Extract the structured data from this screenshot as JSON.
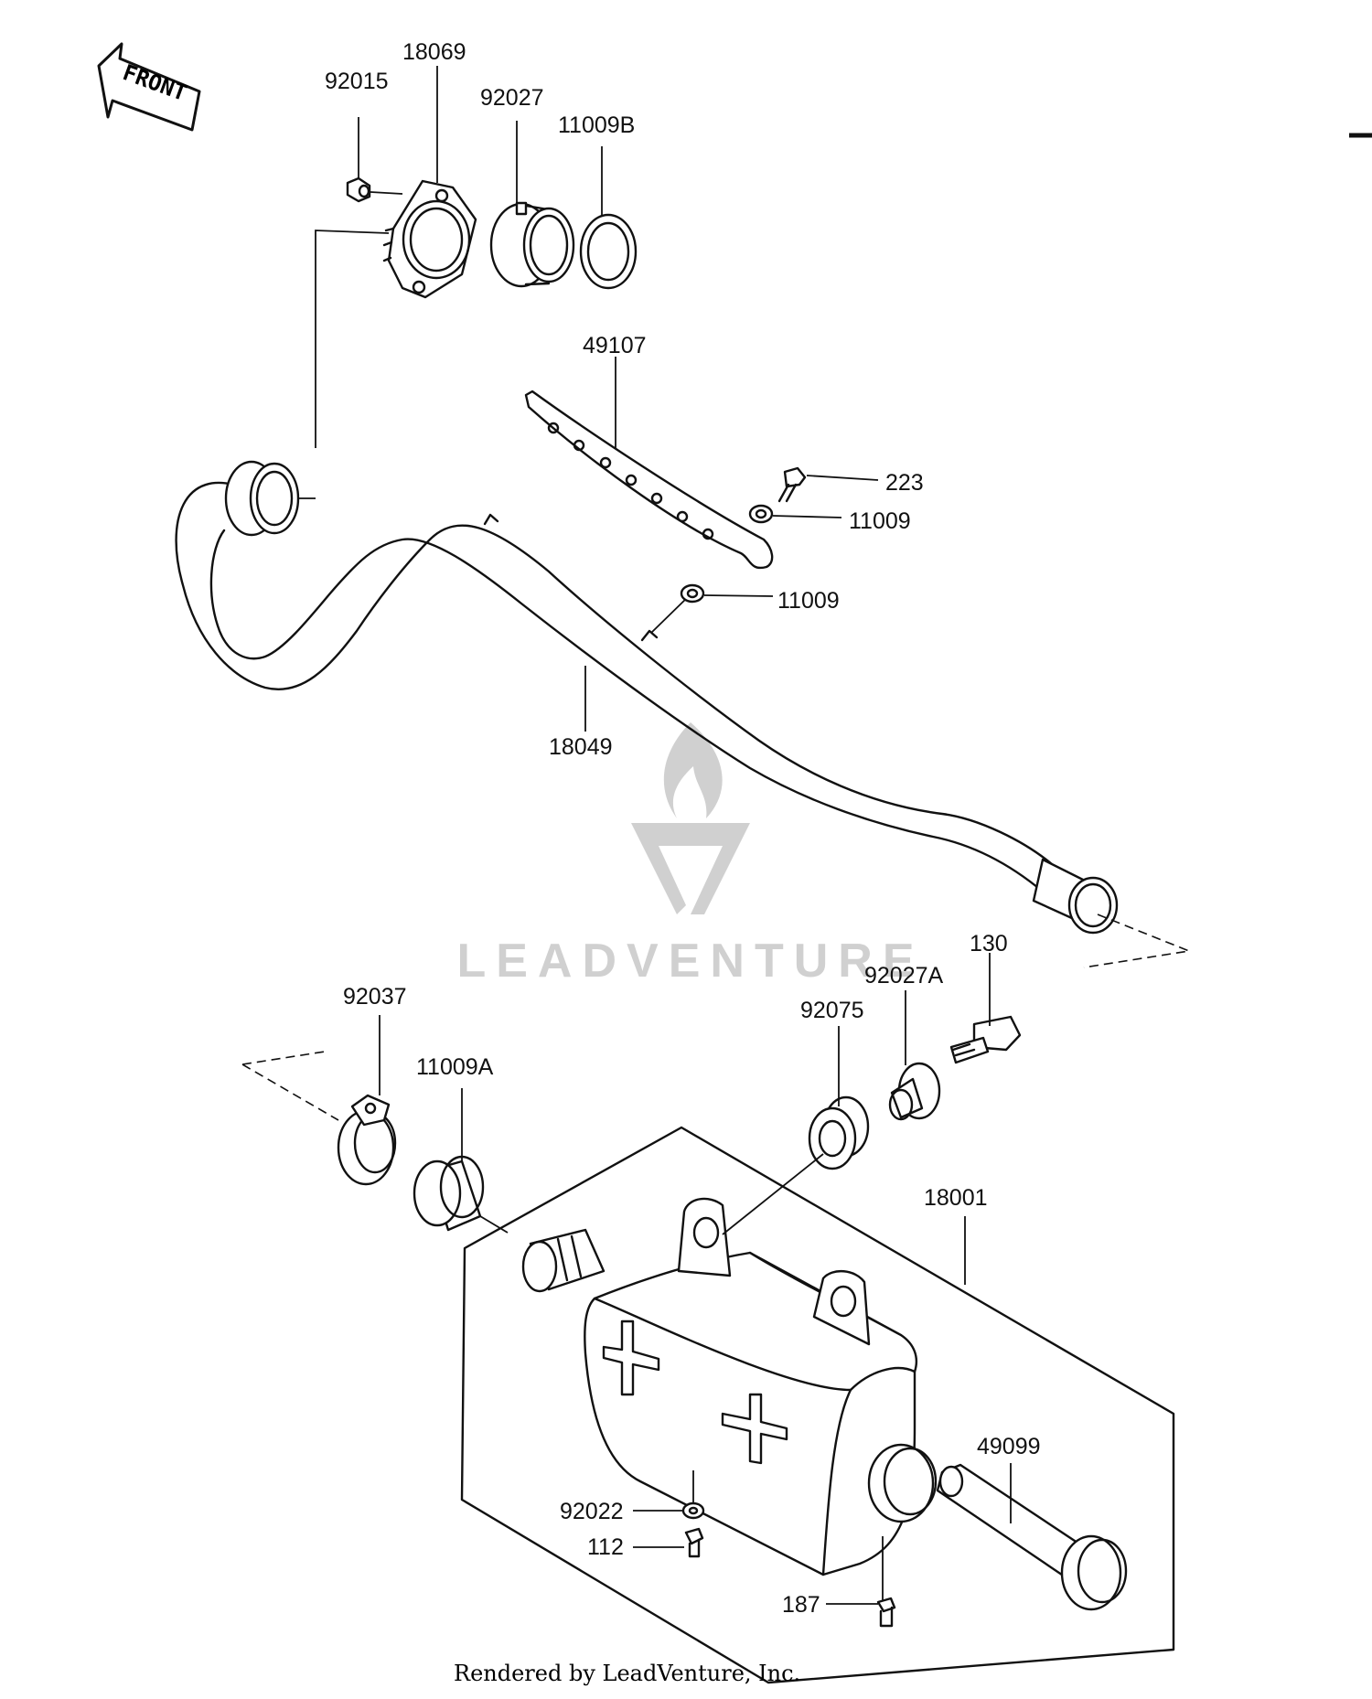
{
  "front_arrow": {
    "label": "FRONT"
  },
  "watermark": {
    "text": "LEADVENTURE"
  },
  "corner_mark": "",
  "parts": {
    "p92015": "92015",
    "p18069": "18069",
    "p92027": "92027",
    "p11009B": "11009B",
    "p49107": "49107",
    "p223": "223",
    "p11009_a": "11009",
    "p11009_b": "11009",
    "p18049": "18049",
    "p130": "130",
    "p92027A": "92027A",
    "p92075": "92075",
    "p92037": "92037",
    "p11009A": "11009A",
    "p18001": "18001",
    "p49099": "49099",
    "p92022": "92022",
    "p112": "112",
    "p187": "187"
  },
  "footer": {
    "credit": "Rendered by LeadVenture, Inc."
  }
}
